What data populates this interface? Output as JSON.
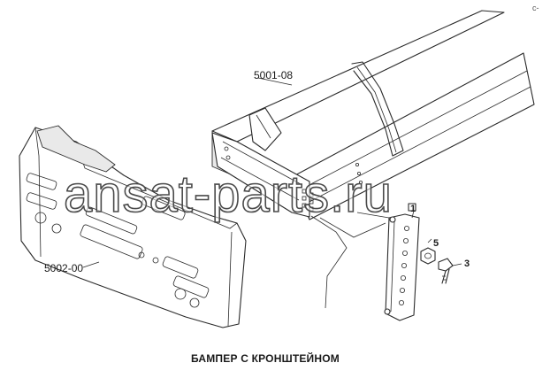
{
  "labels": {
    "frame_part": "5001-08",
    "bumper_part": "5002-00",
    "callout_bracket": "1",
    "callout_nut": "5",
    "callout_bolt": "3",
    "corner_mark": "c-"
  },
  "caption": "БАМПЕР С КРОНШТЕЙНОМ",
  "watermark": "ansat-parts.ru",
  "colors": {
    "line": "#2a2a2a",
    "background": "#ffffff"
  }
}
